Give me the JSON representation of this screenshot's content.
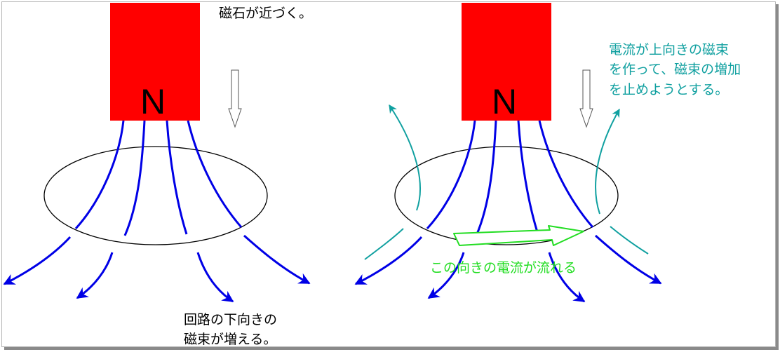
{
  "colors": {
    "magnet": "#ff0000",
    "field_line": "#0000e6",
    "induced_field": "#10a0a0",
    "current_arrow": "#22dd22",
    "text": "#000000",
    "teal_text": "#10a0a0",
    "green_text": "#22dd22"
  },
  "left_panel": {
    "magnet_pole": "N",
    "motion_caption": "磁石が近づく。",
    "flux_caption_line1": "回路の下向きの",
    "flux_caption_line2": "磁束が増える。"
  },
  "right_panel": {
    "magnet_pole": "N",
    "induced_caption_line1": "電流が上向きの磁束",
    "induced_caption_line2": "を作って、磁束の増加",
    "induced_caption_line3": "を止めようとする。",
    "current_caption": "この向きの電流が流れる"
  },
  "icons": [
    "magnet-icon",
    "down-arrow-icon",
    "field-line-arrow-icon",
    "current-arrow-icon"
  ]
}
